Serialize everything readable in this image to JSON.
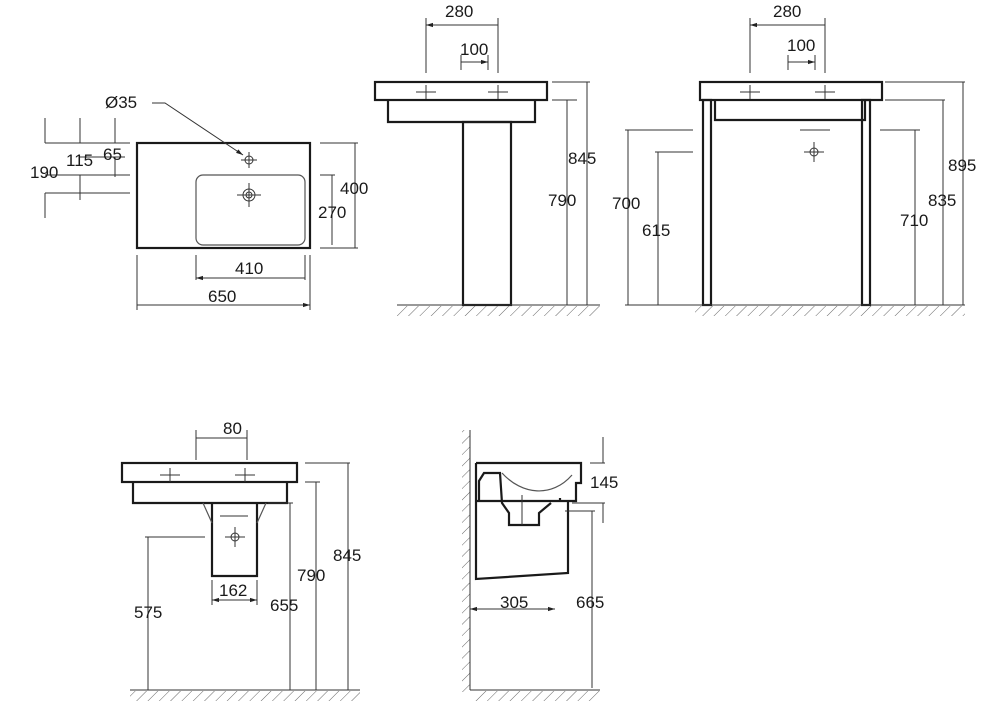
{
  "title": "Washbasin dimension drawing",
  "top_view": {
    "hole_diameter": "Ø35",
    "d190": "190",
    "d115": "115",
    "d65": "65",
    "d400": "400",
    "d270": "270",
    "d410": "410",
    "d650": "650"
  },
  "pedestal_view": {
    "d280": "280",
    "d100": "100",
    "d845": "845",
    "d790": "790"
  },
  "console_view": {
    "d280": "280",
    "d100": "100",
    "d700": "700",
    "d615": "615",
    "d710": "710",
    "d835": "835",
    "d895": "895"
  },
  "wallhung_view": {
    "d80": "80",
    "d162": "162",
    "d575": "575",
    "d655": "655",
    "d790": "790",
    "d845": "845"
  },
  "side_view": {
    "d145": "145",
    "d305": "305",
    "d665": "665"
  }
}
